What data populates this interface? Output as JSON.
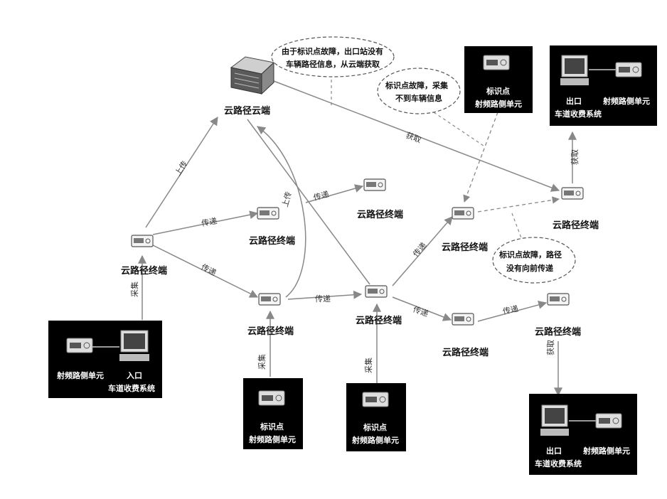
{
  "cloud_server": {
    "label": "云路径云端"
  },
  "terminals": {
    "t_left": "云路径终端",
    "t_top_mid": "云路径终端",
    "t_mid_left": "云路径终端",
    "t_top_center": "云路径终端",
    "t_center": "云路径终端",
    "t_upper_right": "云路径终端",
    "t_lower_right": "云路径终端",
    "t_far_right": "云路径终端",
    "t_bottom_right": "云路径终端"
  },
  "boxes": {
    "entry": {
      "unit": "射频路侧单元",
      "system_line1": "入口",
      "system_line2": "车道收费系统"
    },
    "marker_bl": {
      "line1": "标识点",
      "line2": "射频路侧单元"
    },
    "marker_bc": {
      "line1": "标识点",
      "line2": "射频路侧单元"
    },
    "marker_top": {
      "line1": "标识点",
      "line2": "射频路侧单元"
    },
    "exit_top": {
      "system_line1": "出口",
      "system_line2": "车道收费系统",
      "unit": "射频路侧单元"
    },
    "exit_bottom": {
      "system_line1": "出口",
      "system_line2": "车道收费系统",
      "unit": "射频路侧单元"
    }
  },
  "edge_labels": {
    "upload_left": "上传",
    "upload_mid": "上传",
    "pass_top": "传递",
    "pass_left_low": "传递",
    "pass_top_center": "传递",
    "pass_center": "传递",
    "pass_up_right": "传递",
    "pass_down_right": "传递",
    "pass_far": "传递",
    "collect_entry": "采集",
    "collect_bl": "采集",
    "collect_bc": "采集",
    "fetch_main": "获取",
    "fetch_exit_top": "获取",
    "fetch_exit_bottom": "获取"
  },
  "notes": {
    "cloud_fault": [
      "由于标识点故障，出口站没有",
      "车辆路径信息，从云端获取"
    ],
    "collect_fault": [
      "标识点故障，采集",
      "不到车辆信息"
    ],
    "path_fault": [
      "标识点故障，路径",
      "没有向前传递"
    ]
  }
}
